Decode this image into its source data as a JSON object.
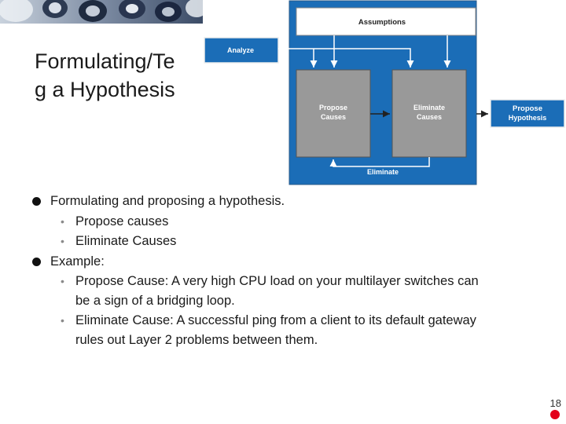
{
  "slide": {
    "title": "Formulating/Te\ng a Hypothesis",
    "page_number": "18"
  },
  "diagram": {
    "assumptions": "Assumptions",
    "analyze": "Analyze",
    "propose_causes": [
      "Propose",
      "Causes"
    ],
    "eliminate_causes": [
      "Eliminate",
      "Causes"
    ],
    "eliminate": "Eliminate",
    "propose_hypothesis": [
      "Propose",
      "Hypothesis"
    ],
    "colors": {
      "blue": "#1b6db7",
      "gray": "#999999",
      "white": "#ffffff"
    }
  },
  "bullets": [
    {
      "text": "Formulating and proposing a hypothesis.",
      "sub": [
        "Propose causes",
        "Eliminate Causes"
      ]
    },
    {
      "text": "Example:",
      "sub": [
        [
          "Propose Cause: A very high CPU load on your multilayer switches can",
          "be a sign of a bridging loop."
        ],
        [
          "Eliminate Cause: A successful ping from a client to its default gateway",
          "rules out Layer 2 problems between them."
        ]
      ]
    }
  ]
}
